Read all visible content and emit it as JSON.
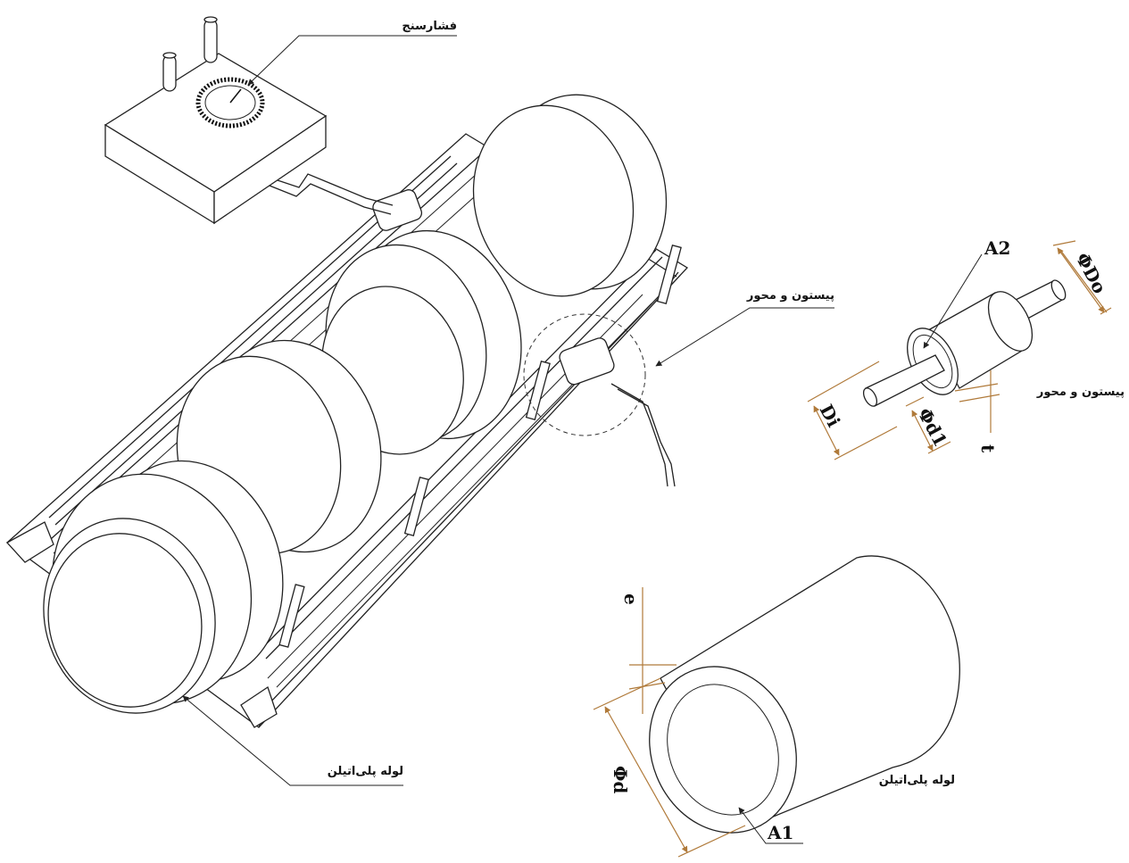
{
  "labels": {
    "pressure_gauge": "فشارسنج",
    "piston_axis_main": "پیستون و محور",
    "piston_axis_detail": "پیستون و محور",
    "pe_pipe_main": "لوله پلی‌اتیلن",
    "pe_pipe_detail": "لوله پلی‌اتیلن"
  },
  "dimensions": {
    "a2": "A2",
    "do": "ΦDo",
    "di": "Di",
    "d1": "Φd1",
    "t": "t",
    "e": "e",
    "d": "Φd",
    "a1": "A1"
  },
  "colors": {
    "line": "#222222",
    "dimension": "#b07a3a",
    "background": "#ffffff"
  }
}
